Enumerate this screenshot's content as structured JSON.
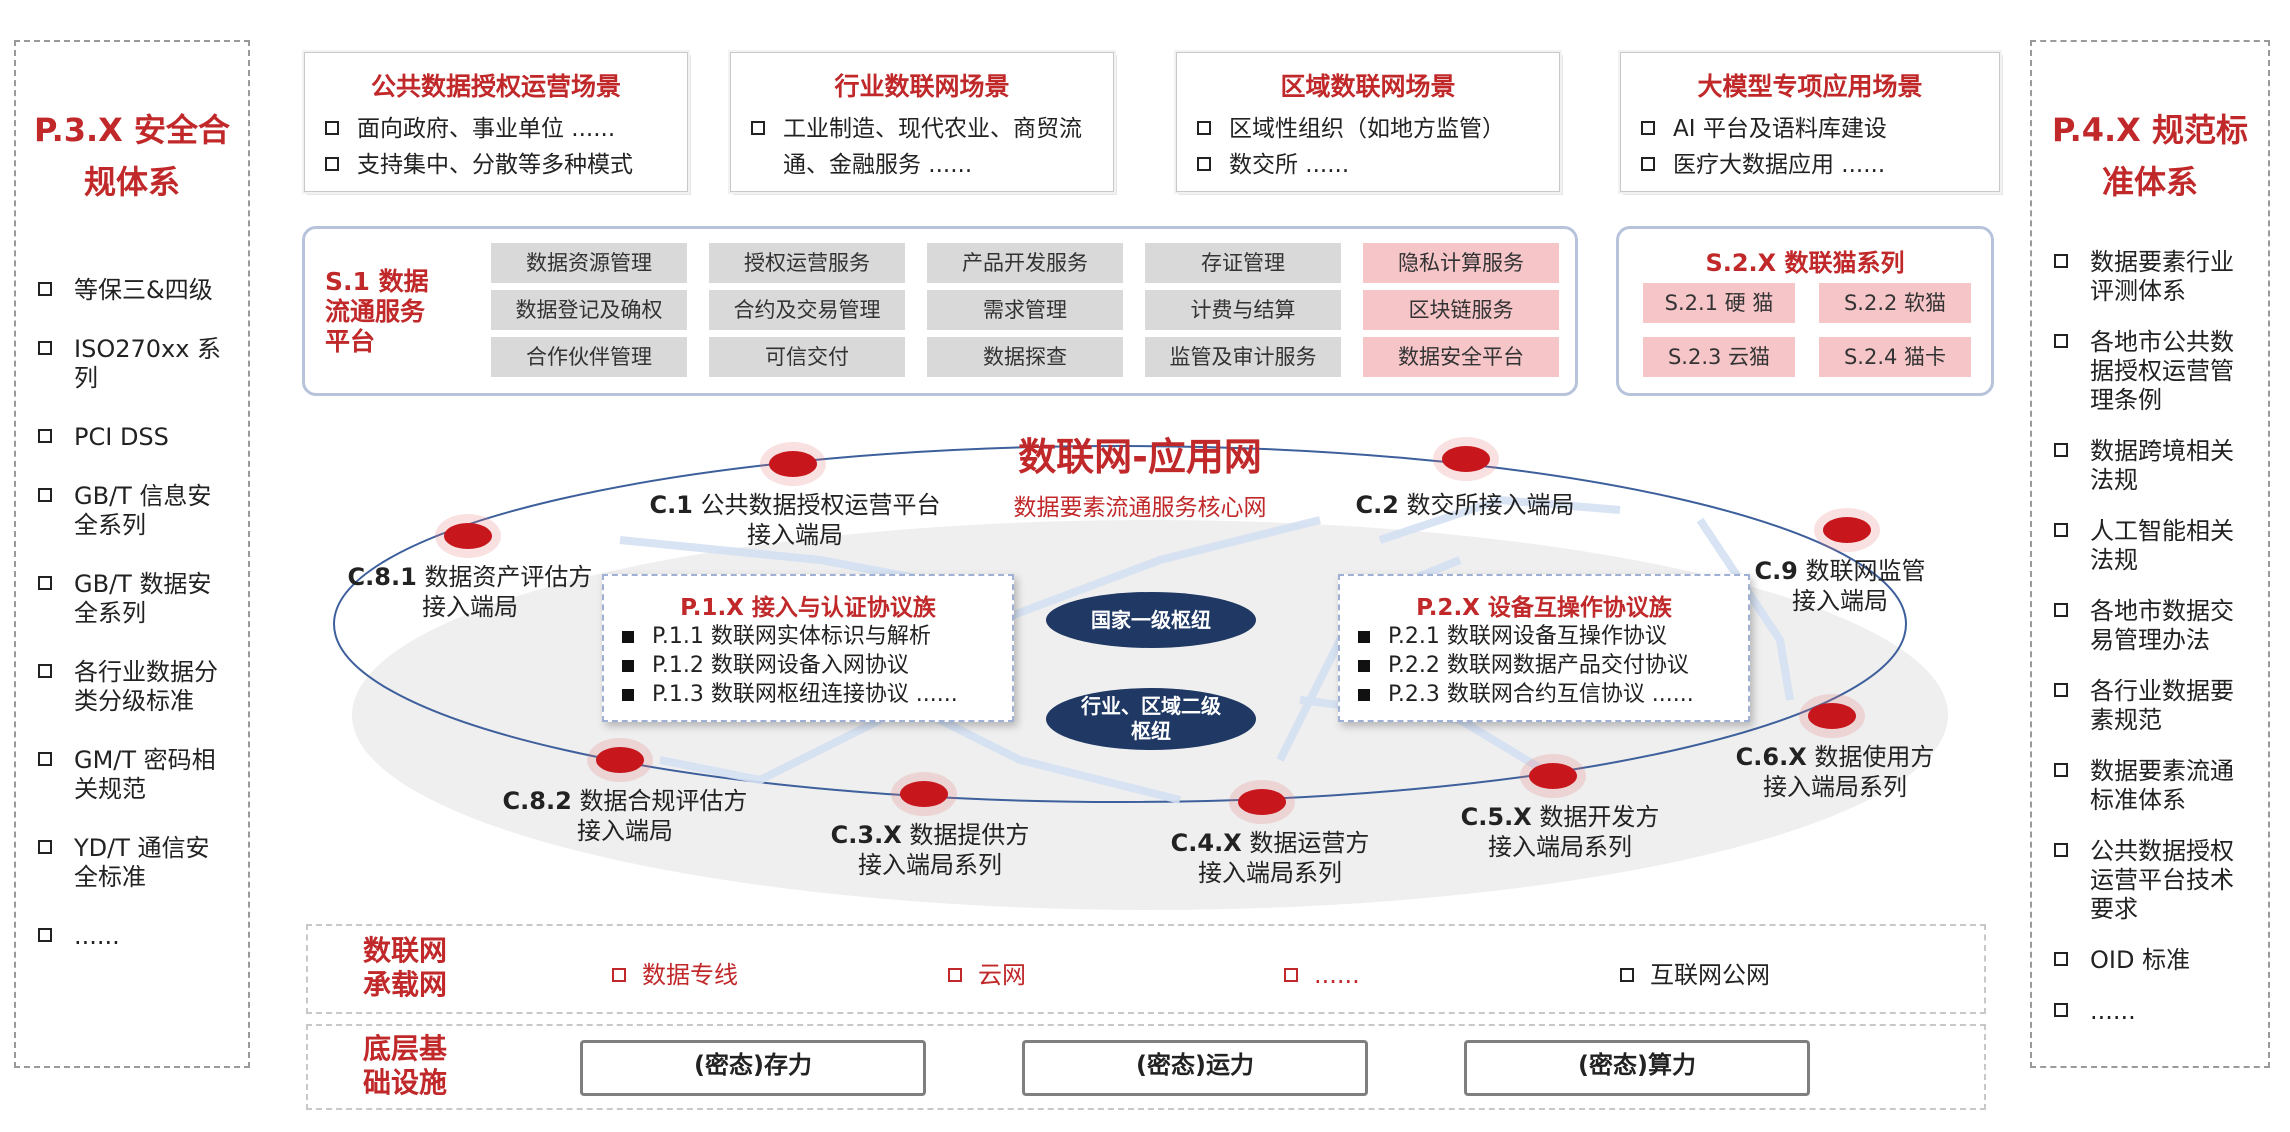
{
  "left_panel": {
    "title": "P.3.X 安全合规体系",
    "items": [
      "等保三&四级",
      "ISO270xx 系列",
      "PCI DSS",
      "GB/T 信息安全系列",
      "GB/T 数据安全系列",
      "各行业数据分类分级标准",
      "GM/T 密码相关规范",
      "YD/T 通信安全标准",
      "......"
    ]
  },
  "right_panel": {
    "title": "P.4.X 规范标准体系",
    "items": [
      "数据要素行业评测体系",
      "各地市公共数据授权运营管理条例",
      "数据跨境相关法规",
      "人工智能相关法规",
      "各地市数据交易管理办法",
      "各行业数据要素规范",
      "数据要素流通标准体系",
      "公共数据授权运营平台技术要求",
      "OID 标准",
      "......"
    ]
  },
  "scenarios": [
    {
      "title": "公共数据授权运营场景",
      "items": [
        "面向政府、事业单位 ......",
        "支持集中、分散等多种模式"
      ]
    },
    {
      "title": "行业数联网场景",
      "items": [
        "工业制造、现代农业、商贸流通、金融服务 ......"
      ]
    },
    {
      "title": "区域数联网场景",
      "items": [
        "区域性组织（如地方监管）",
        "数交所 ......"
      ]
    },
    {
      "title": "大模型专项应用场景",
      "items": [
        "AI 平台及语料库建设",
        "医疗大数据应用 ......"
      ]
    }
  ],
  "s1": {
    "title": "S.1 数据流通服务平台",
    "columns": [
      [
        "数据资源管理",
        "数据登记及确权",
        "合作伙伴管理"
      ],
      [
        "授权运营服务",
        "合约及交易管理",
        "可信交付"
      ],
      [
        "产品开发服务",
        "需求管理",
        "数据探查"
      ],
      [
        "存证管理",
        "计费与结算",
        "监管及审计服务"
      ],
      [
        "隐私计算服务",
        "区块链服务",
        "数据安全平台"
      ]
    ]
  },
  "s2": {
    "title": "S.2.X 数联猫系列",
    "items": [
      "S.2.1 硬 猫",
      "S.2.2 软猫",
      "S.2.3 云猫",
      "S.2.4 猫卡"
    ]
  },
  "network": {
    "title": "数联网-应用网",
    "subtitle": "数据要素流通服务核心网",
    "hub1": "国家一级枢纽",
    "hub2": "行业、区域二级枢纽",
    "nodes": [
      {
        "id": "C.1",
        "line1": "公共数据授权运营平台",
        "line2": "接入端局"
      },
      {
        "id": "C.2",
        "line1": "数交所接入端局",
        "line2": ""
      },
      {
        "id": "C.8.1",
        "line1": "数据资产评估方",
        "line2": "接入端局"
      },
      {
        "id": "C.9",
        "line1": "数联网监管",
        "line2": "接入端局"
      },
      {
        "id": "C.8.2",
        "line1": "数据合规评估方",
        "line2": "接入端局"
      },
      {
        "id": "C.3.X",
        "line1": "数据提供方",
        "line2": "接入端局系列"
      },
      {
        "id": "C.4.X",
        "line1": "数据运营方",
        "line2": "接入端局系列"
      },
      {
        "id": "C.5.X",
        "line1": "数据开发方",
        "line2": "接入端局系列"
      },
      {
        "id": "C.6.X",
        "line1": "数据使用方",
        "line2": "接入端局系列"
      }
    ]
  },
  "p1": {
    "title": "P.1.X 接入与认证协议族",
    "items": [
      "P.1.1 数联网实体标识与解析",
      "P.1.2 数联网设备入网协议",
      "P.1.3 数联网枢纽连接协议 ......"
    ]
  },
  "p2": {
    "title": "P.2.X 设备互操作协议族",
    "items": [
      "P.2.1 数联网设备互操作协议",
      "P.2.2 数联网数据产品交付协议",
      "P.2.3 数联网合约互信协议 ......"
    ]
  },
  "bearer": {
    "title": "数联网承载网",
    "items": [
      "数据专线",
      "云网",
      "......",
      "互联网公网"
    ]
  },
  "infra": {
    "title": "底层基础设施",
    "items": [
      "(密态)存力",
      "(密态)运力",
      "(密态)算力"
    ]
  },
  "colors": {
    "accent_red": "#c0282a",
    "node_red": "#c8161d",
    "hub_navy": "#1f3864",
    "panel_border": "#b6c3db",
    "pink_cell": "#f5c5c8",
    "gray_cell": "#d9d9d9"
  }
}
